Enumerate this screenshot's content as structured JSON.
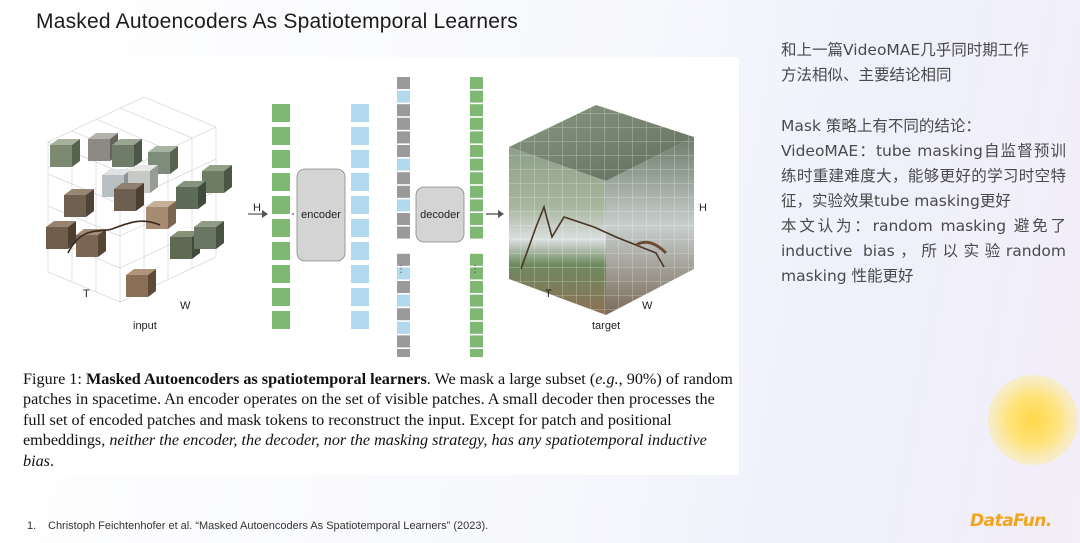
{
  "slide": {
    "title": "Masked Autoencoders As Spatiotemporal Learners"
  },
  "figure": {
    "labels": {
      "input": "input",
      "target": "target",
      "encoder": "encoder",
      "decoder": "decoder",
      "h_left": "H",
      "t_left": "T",
      "w_left": "W",
      "h_right": "H",
      "t_right": "T",
      "w_right": "W",
      "ellipsis_mid": "⋮",
      "ellipsis_out": "⋮"
    },
    "token_colors": {
      "green": "#7fb872",
      "blue": "#b3d9ee",
      "gray": "#9a9a9a",
      "box_fill": "#d4d4d4"
    },
    "caption": {
      "fig_label": "Figure 1: ",
      "title_bold": "Masked Autoencoders as spatiotemporal learners",
      "text1": ". We mask a large subset (",
      "eg": "e.g.",
      "text2": ", 90%) of random patches in spacetime. An encoder operates on the set of visible patches. A small decoder then processes the full set of encoded patches and mask tokens to reconstruct the input. Except for patch and positional embeddings, ",
      "italic_end": "neither the encoder, the decoder, nor the masking strategy, has any spatiotemporal inductive bias",
      "end": "."
    }
  },
  "notes": {
    "line1": "和上一篇VideoMAE几乎同时期工作",
    "line2": "方法相似、主要结论相同",
    "line3": "Mask 策略上有不同的结论：",
    "line4": "VideoMAE：tube masking自监督预训练时重建难度大，能够更好的学习时空特征，实验效果tube masking更好",
    "line5": "本文认为：random masking 避免了inductive bias，所以实验random masking 性能更好"
  },
  "footnote": {
    "num": "1.",
    "text": "Christoph Feichtenhofer et al. “Masked Autoencoders As Spatiotemporal Learners” (2023)."
  },
  "logo": {
    "text": "DataFun."
  }
}
